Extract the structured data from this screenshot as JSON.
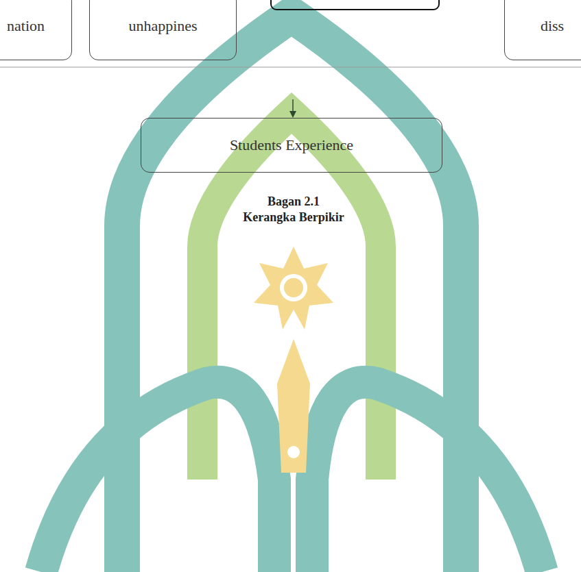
{
  "diagram": {
    "caption": "Bagan 2.1 Kerangka Berpikir",
    "nodes": [
      {
        "text": [
          "nation"
        ]
      },
      {
        "text": [
          "unhappines"
        ]
      },
      {
        "text": [
          "diss"
        ]
      },
      {
        "text": [
          "Students Experience"
        ]
      }
    ]
  }
}
